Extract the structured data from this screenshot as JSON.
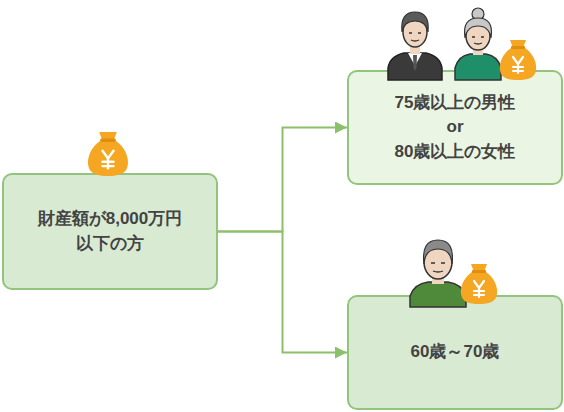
{
  "diagram": {
    "nodes": [
      {
        "text": [
          "財産額が8,000万円 以下の方"
        ]
      },
      {
        "text": [
          "75歳以上の男性 or 80歳以上の女性"
        ]
      },
      {
        "text": [
          "60歳～70歳"
        ]
      }
    ],
    "edges": [
      {
        "from": 0,
        "to": 1,
        "arrow": "to"
      },
      {
        "from": 0,
        "to": 2,
        "arrow": "to"
      }
    ]
  }
}
